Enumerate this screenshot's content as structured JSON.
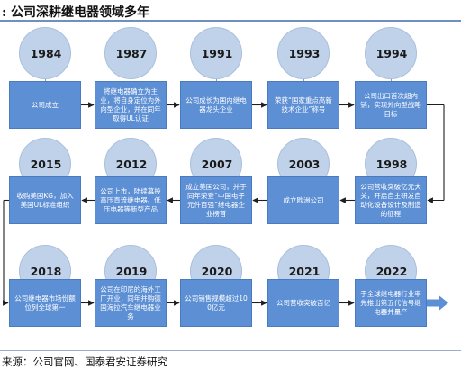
{
  "title": ": 公司深耕继电器领域多年",
  "source": "来源：公司官网、国泰君安证券研究",
  "colors": {
    "circle": "#bfd2ea",
    "box": "#5d8fd4",
    "arrow": "#1f1f1f",
    "final_arrow": "#5d8fd4"
  },
  "rows": [
    {
      "direction": "ltr",
      "events": [
        {
          "year": "1984",
          "text": "公司成立"
        },
        {
          "year": "1987",
          "text": "将继电器确立为主业，将自身定位为外向型企业，并在同年取得UL认证"
        },
        {
          "year": "1991",
          "text": "公司成长为国内继电器龙头企业"
        },
        {
          "year": "1993",
          "text": "荣获“国家重点高新技术企业”称号"
        },
        {
          "year": "1994",
          "text": "公司出口首次超内销，实现外向型战略目标"
        }
      ]
    },
    {
      "direction": "rtl",
      "events": [
        {
          "year": "2015",
          "text": "收购美国KG，加入美国UL标准组织"
        },
        {
          "year": "2012",
          "text": "公司上市，陆续募投高压直流继电器、低压电器等新型产品"
        },
        {
          "year": "2007",
          "text": "成立美国公司，并于同年荣登“中国电子元件百强”继电器企业榜首"
        },
        {
          "year": "2003",
          "text": "成立欧洲公司"
        },
        {
          "year": "1998",
          "text": "公司营收突破亿元大关，开启自主研发自动化设备设计及制造的征程"
        }
      ]
    },
    {
      "direction": "ltr",
      "events": [
        {
          "year": "2018",
          "text": "公司继电器市场份额位列全球第一"
        },
        {
          "year": "2019",
          "text": "公司在印尼的海外工厂开业，同年并购德国海拉汽车继电器业务"
        },
        {
          "year": "2020",
          "text": "公司销售规模超过100亿元"
        },
        {
          "year": "2021",
          "text": "公司营收突破百亿"
        },
        {
          "year": "2022",
          "text": "于全球继电器行业率先推出第五代信号继电器并量产"
        }
      ]
    }
  ]
}
